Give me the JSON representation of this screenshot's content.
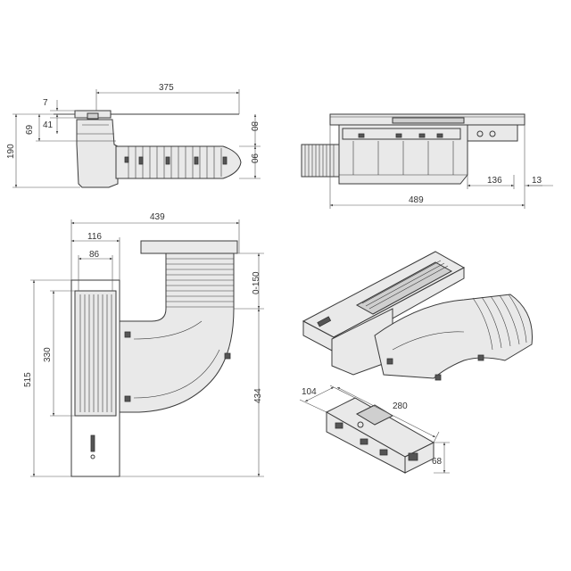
{
  "dimensions": {
    "side_width_375": "375",
    "side_top_7": "7",
    "side_41": "41",
    "side_69": "69",
    "side_190": "190",
    "side_80": "80",
    "side_90": "90",
    "front_489": "489",
    "front_136": "136",
    "front_13": "13",
    "top_439": "439",
    "top_116": "116",
    "top_86": "86",
    "top_330": "330",
    "top_515": "515",
    "top_0_150": "0-150",
    "top_434": "434",
    "box_104": "104",
    "box_280": "280",
    "box_68": "68"
  }
}
